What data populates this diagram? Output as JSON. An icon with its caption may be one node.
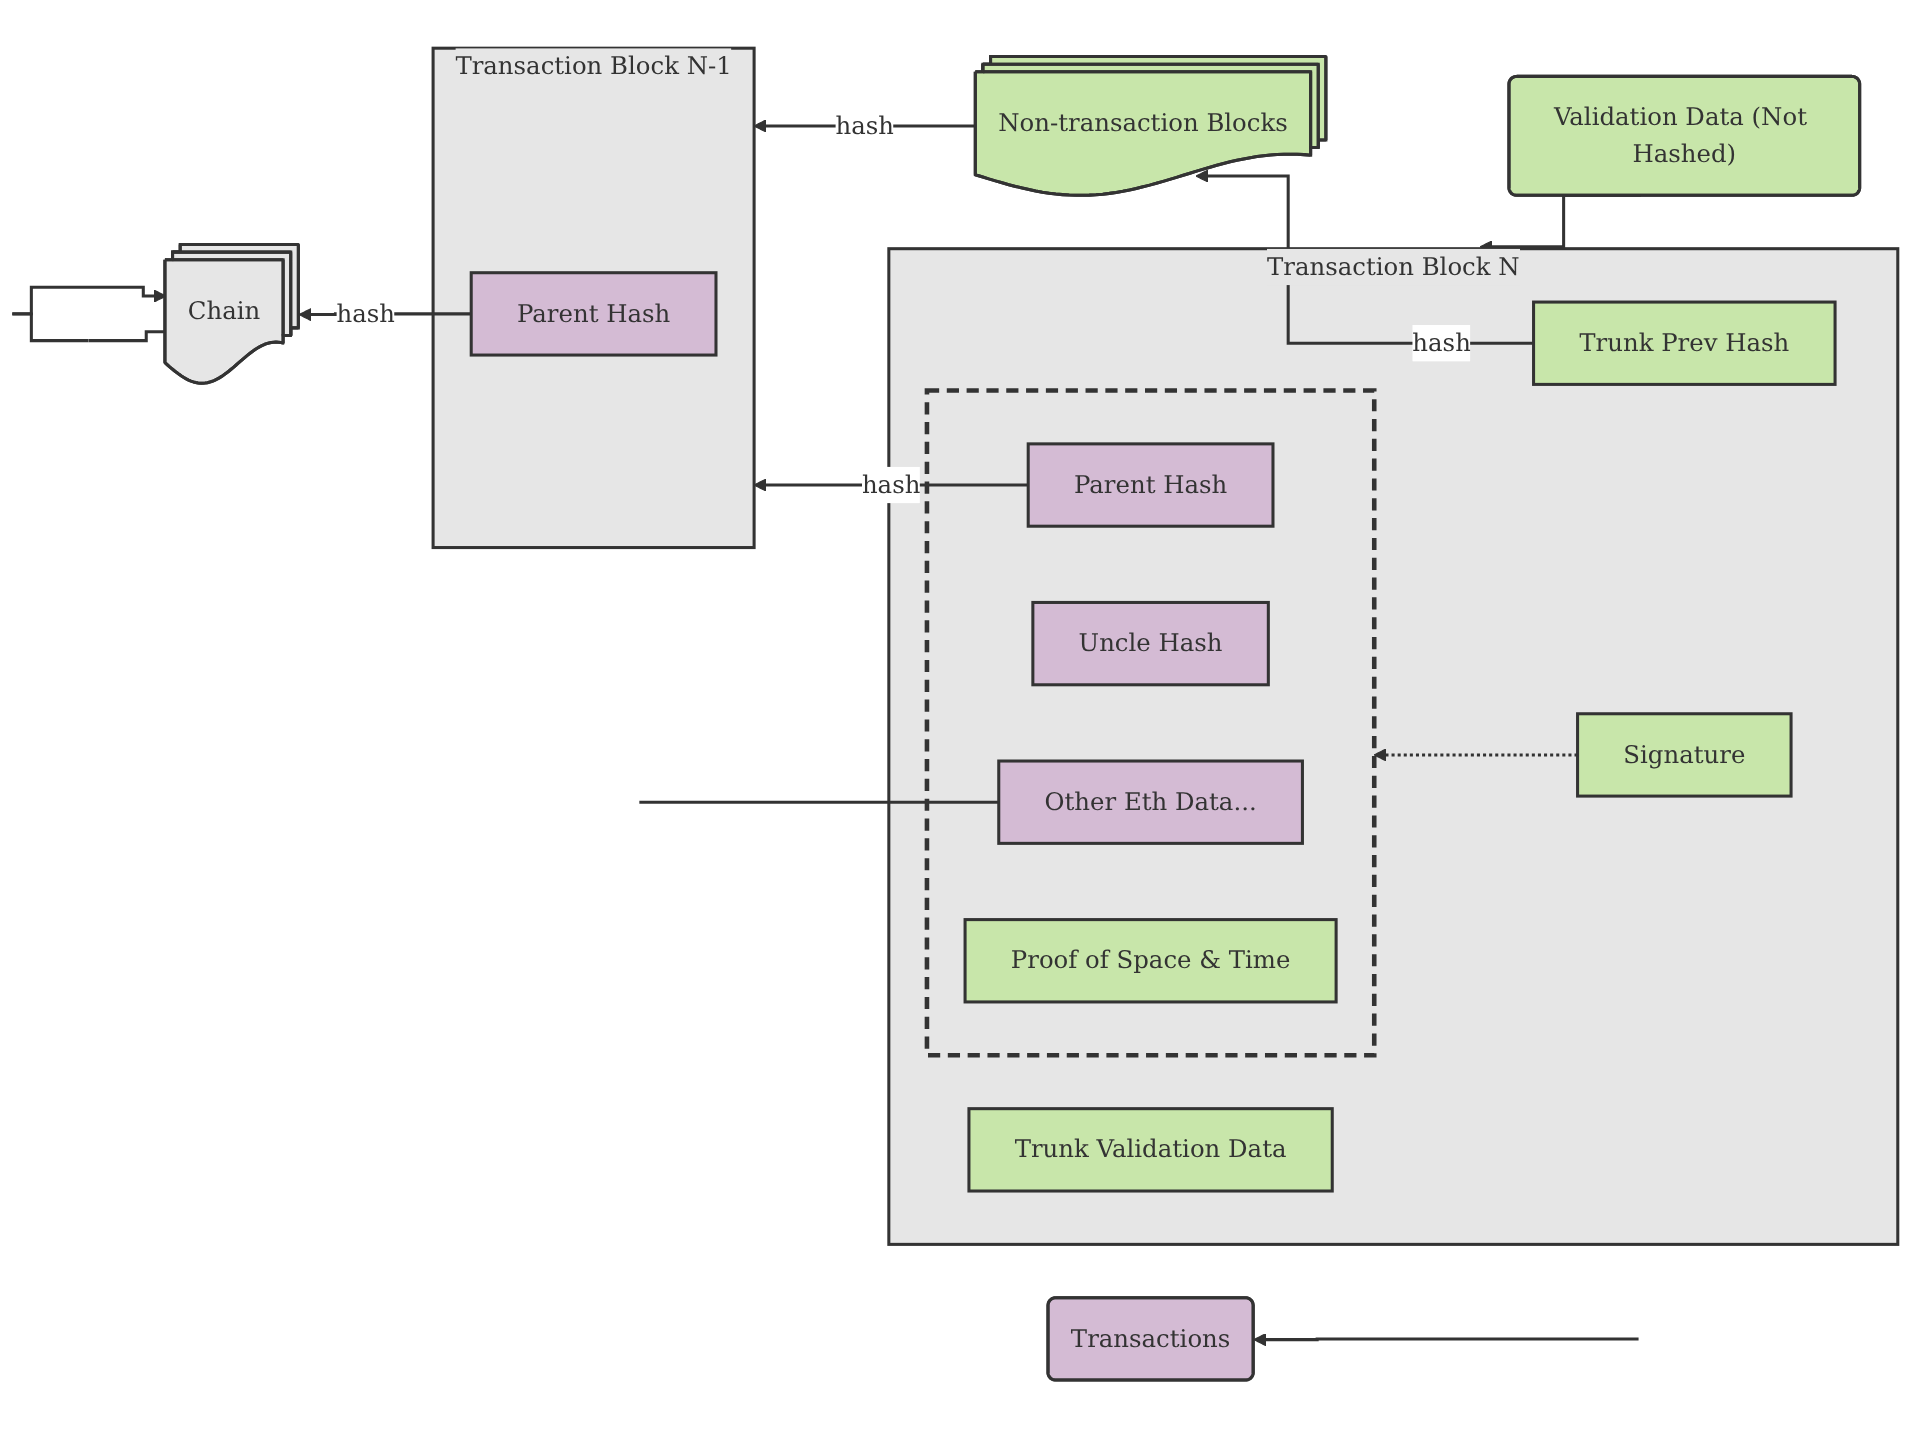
{
  "diagram": {
    "nodes": [
      {
        "text": [
          "Chain"
        ]
      },
      {
        "text": [
          "Transaction Block N-1"
        ]
      },
      {
        "text": [
          "Parent Hash"
        ],
        "in": 1
      },
      {
        "text": [
          "Transaction Block N"
        ]
      },
      {
        "text": [],
        "shape": "box",
        "in": 3
      },
      {
        "text": [
          "Parent Hash"
        ],
        "in": 4
      },
      {
        "text": [
          "Uncle Hash"
        ],
        "in": 4
      },
      {
        "text": [
          "Other Eth Data..."
        ],
        "in": 4
      },
      {
        "text": [
          "Proof of Space & Time"
        ],
        "in": 4
      },
      {
        "text": [
          "Signature"
        ],
        "in": 3
      },
      {
        "text": [
          "Trunk Prev Hash"
        ],
        "in": 3
      },
      {
        "text": [
          "Trunk Validation Data"
        ],
        "in": 3
      },
      {
        "text": [
          "Non-transaction Blocks"
        ]
      },
      {
        "text": [
          "Validation Data (Not Hashed)"
        ]
      },
      {
        "text": [
          "Transactions"
        ]
      }
    ],
    "edges": [
      {
        "from": 0,
        "to": 0,
        "arrow": "to"
      },
      {
        "from": 2,
        "to": 0,
        "arrow": "to",
        "label": "hash"
      },
      {
        "from": 5,
        "to": 1,
        "arrow": "to",
        "label": "hash"
      },
      {
        "from": 12,
        "to": 1,
        "arrow": "to",
        "label": "hash"
      },
      {
        "from": 10,
        "to": 12,
        "arrow": "to",
        "label": "hash"
      },
      {
        "from": 9,
        "to": 4,
        "arrow": "to",
        "style": "dashed"
      },
      {
        "from": 13,
        "to": 3,
        "arrow": "to"
      },
      {
        "from": 7,
        "to": null,
        "arrow": "none"
      },
      {
        "from": null,
        "to": 14,
        "arrow": "to"
      }
    ]
  }
}
